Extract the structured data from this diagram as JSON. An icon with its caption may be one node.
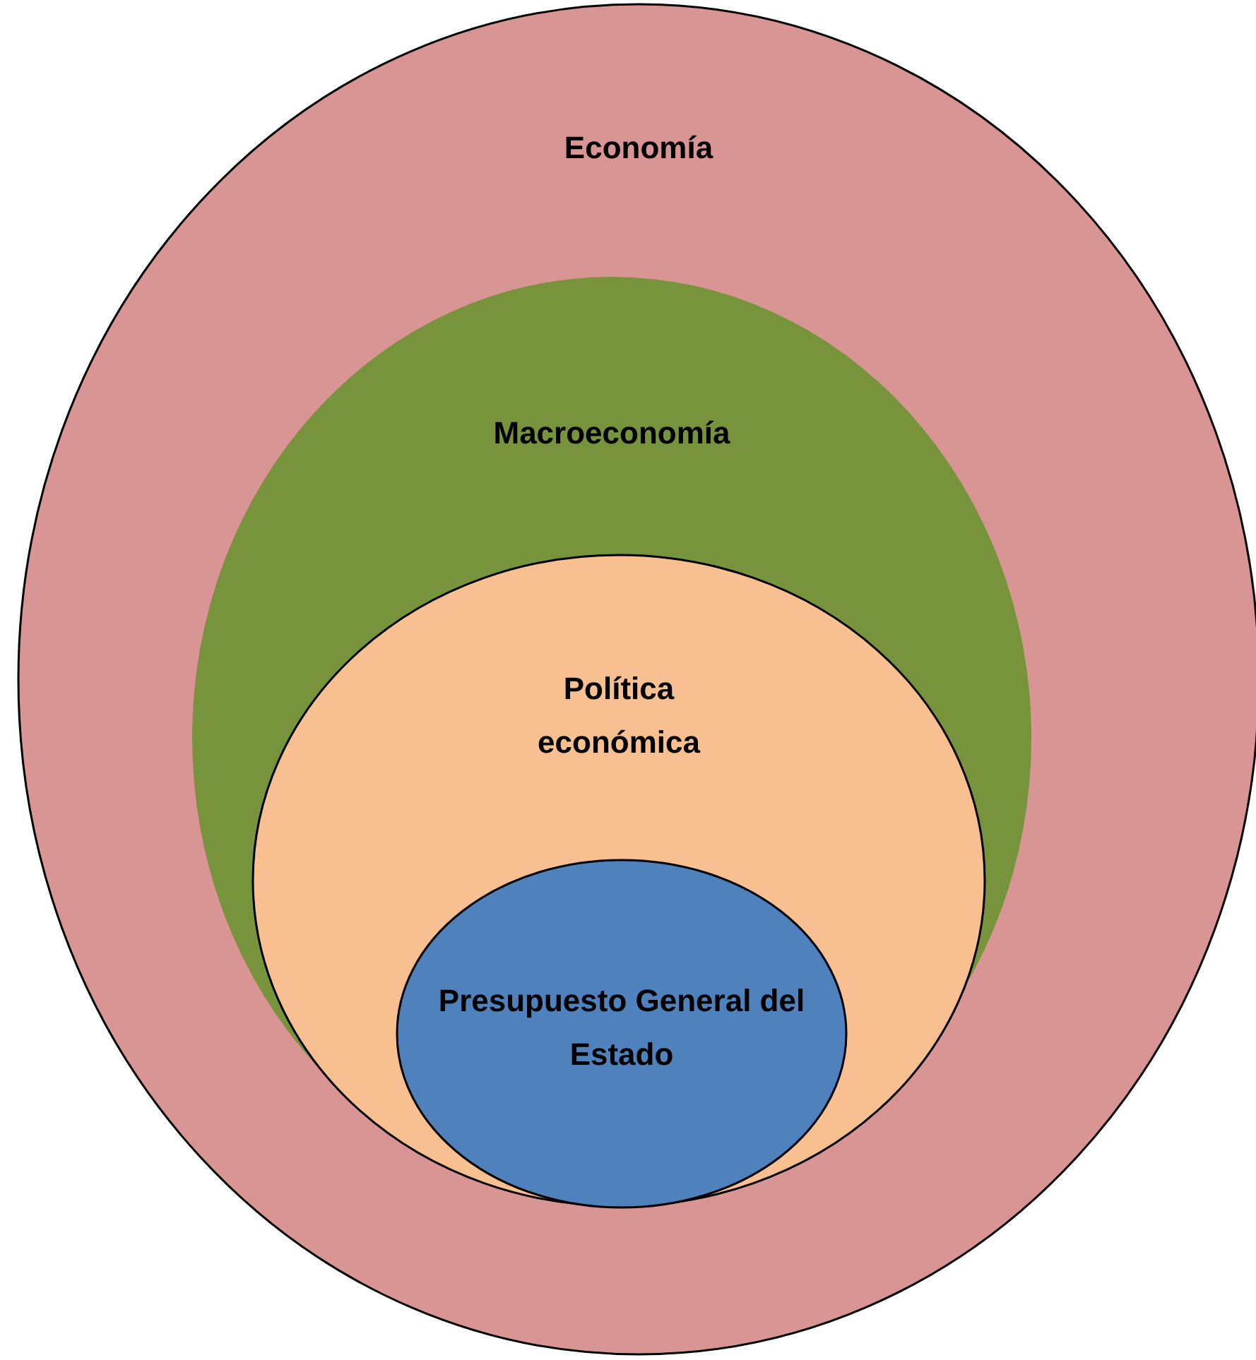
{
  "diagram": {
    "nodes": [
      {
        "text": [
          "Economía"
        ]
      },
      {
        "text": [
          "Macroeconomía"
        ],
        "in": 0
      },
      {
        "text": [
          "Política económica"
        ],
        "in": 1
      },
      {
        "text": [
          "Presupuesto General del Estado"
        ],
        "in": 2
      }
    ]
  }
}
